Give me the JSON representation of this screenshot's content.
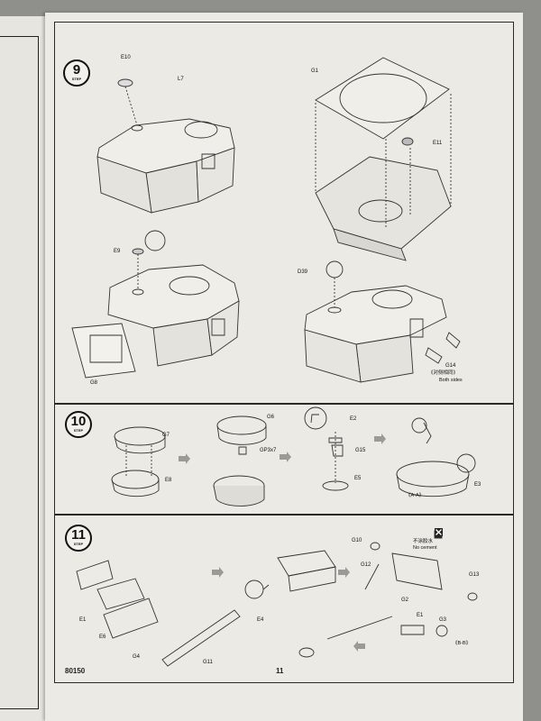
{
  "steps": [
    {
      "number": "9",
      "label": "STEP"
    },
    {
      "number": "10",
      "label": "STEP"
    },
    {
      "number": "11",
      "label": "STEP"
    }
  ],
  "parts": {
    "e10": "E10",
    "l7": "L7",
    "g1": "G1",
    "e11": "E11",
    "e9": "E9",
    "g8": "G8",
    "d39": "D39",
    "g14": "G14",
    "g7": "G7",
    "e8": "E8",
    "g6": "G6",
    "gp3x7": "GP3x7",
    "e2": "E2",
    "g15": "G15",
    "e5": "E5",
    "e3": "E3",
    "g10": "G10",
    "g12": "G12",
    "g13": "G13",
    "e1_left": "E1",
    "e6": "E6",
    "g4": "G4",
    "e4": "E4",
    "g11": "G11",
    "g2": "G2",
    "e1_right": "E1",
    "g3": "G3"
  },
  "notes": {
    "both_sides_cn": "《对侧相同》",
    "both_sides": "Both sides",
    "section_aa": "《A-A》",
    "no_cement_cn": "不涂胶水",
    "no_cement": "No cement",
    "section_bb": "《B-B》"
  },
  "footer": {
    "code": "80150",
    "page_number": "11"
  }
}
